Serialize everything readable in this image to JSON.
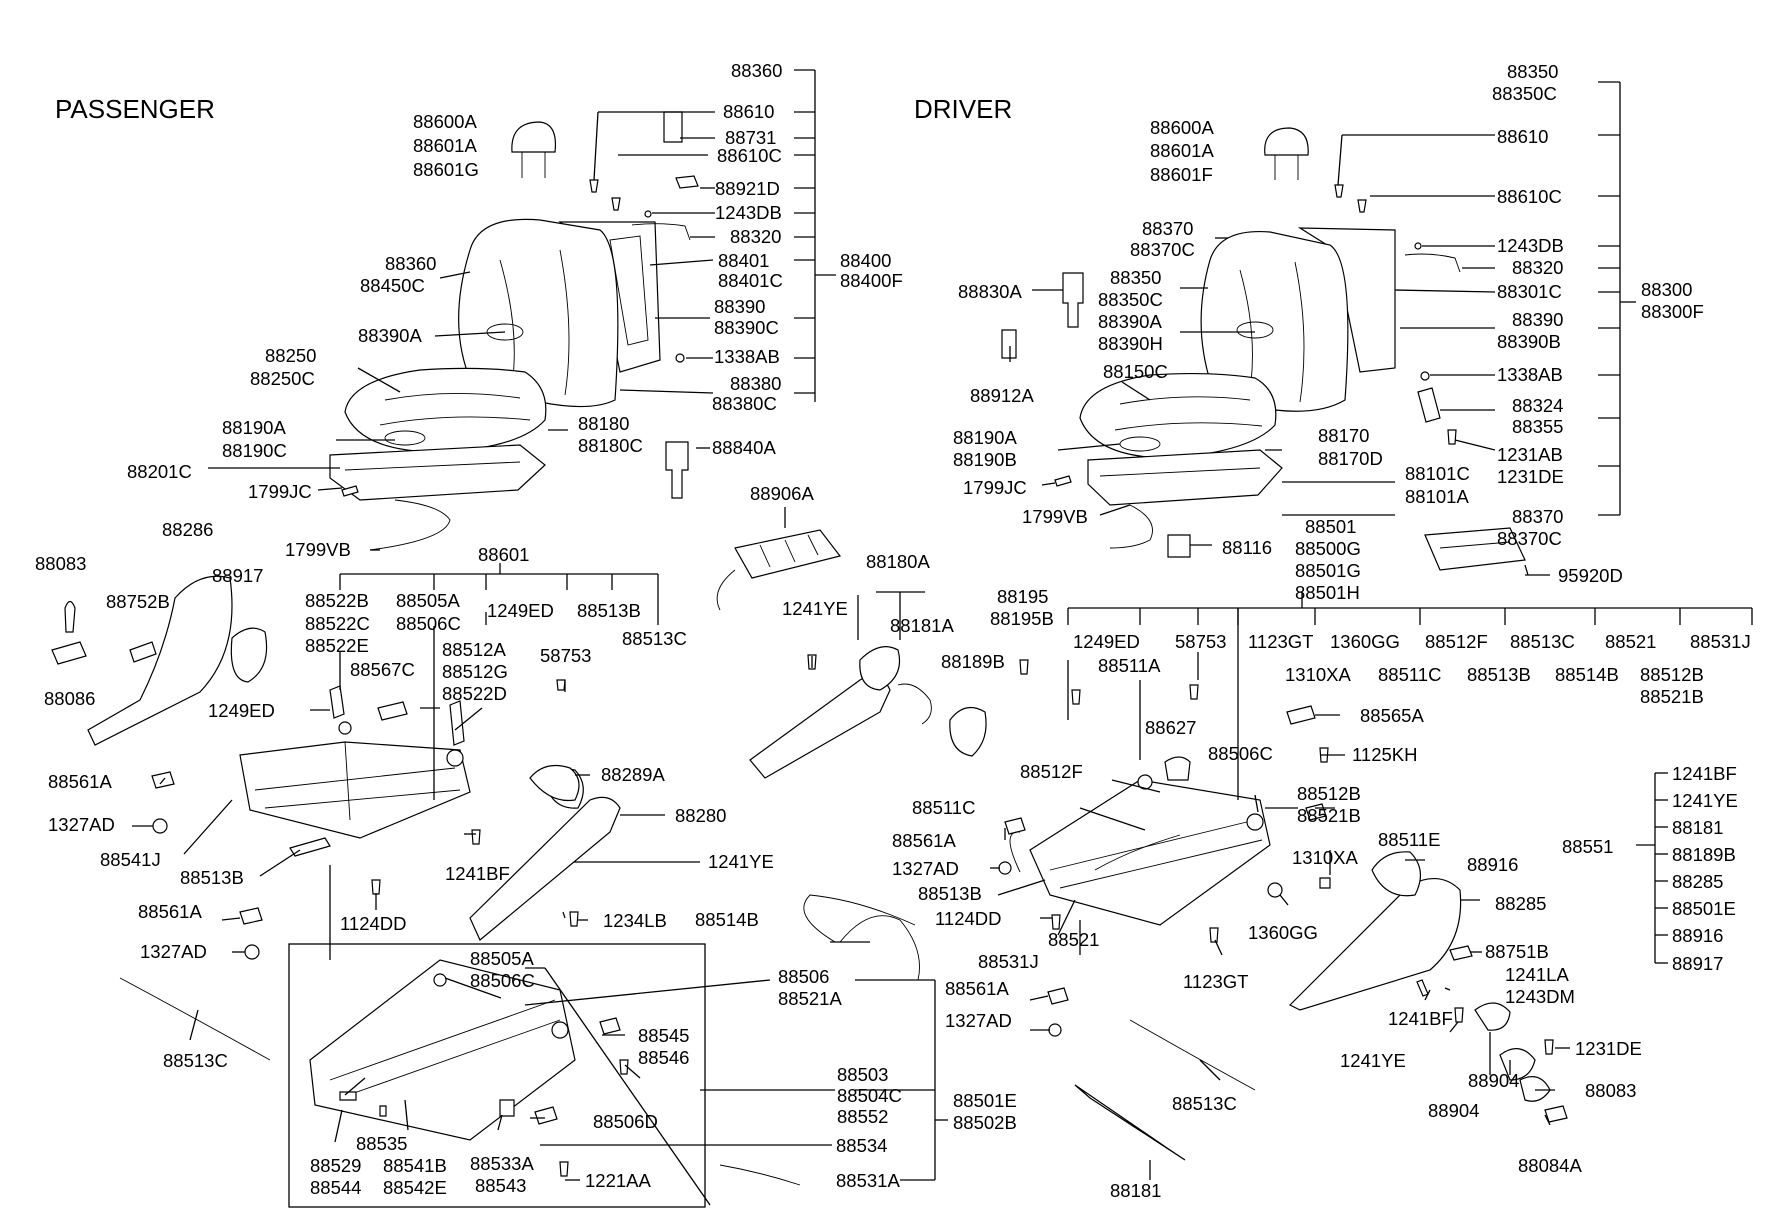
{
  "sections": {
    "passenger": "PASSENGER",
    "driver": "DRIVER"
  },
  "colors": {
    "ink": "#000000",
    "background": "#ffffff"
  },
  "labels": {
    "p_88360_top": "88360",
    "p_88610": "88610",
    "p_88731": "88731",
    "p_88610C": "88610C",
    "p_88921D": "88921D",
    "p_1243DB": "1243DB",
    "p_88320": "88320",
    "p_88401": "88401",
    "p_88401C": "88401C",
    "p_88400": "88400",
    "p_88400F": "88400F",
    "p_88390": "88390",
    "p_88390C": "88390C",
    "p_1338AB": "1338AB",
    "p_88380": "88380",
    "p_88380C": "88380C",
    "p_88600A": "88600A",
    "p_88601A": "88601A",
    "p_88601G": "88601G",
    "p_88360": "88360",
    "p_88450C": "88450C",
    "p_88390A": "88390A",
    "p_88250": "88250",
    "p_88250C": "88250C",
    "p_88190A": "88190A",
    "p_88190C": "88190C",
    "p_88180": "88180",
    "p_88180C": "88180C",
    "p_88201C": "88201C",
    "p_1799JC": "1799JC",
    "p_1799VB": "1799VB",
    "p_88840A": "88840A",
    "p_88906A": "88906A",
    "p_88286": "88286",
    "p_88083": "88083",
    "p_88752B": "88752B",
    "p_88917": "88917",
    "p_88086": "88086",
    "p_88601": "88601",
    "p_88522B": "88522B",
    "p_88522C": "88522C",
    "p_88522E": "88522E",
    "p_88505A": "88505A",
    "p_88506C": "88506C",
    "p_1249ED": "1249ED",
    "p_88513B_top": "88513B",
    "p_88513C_top": "88513C",
    "p_88567C": "88567C",
    "p_88512A": "88512A",
    "p_88512G": "88512G",
    "p_88522D": "88522D",
    "p_58753": "58753",
    "p_1249ED_left": "1249ED",
    "p_88561A": "88561A",
    "p_1327AD": "1327AD",
    "p_88541J": "88541J",
    "p_88513B": "88513B",
    "p_1241BF": "1241BF",
    "p_88561A_2": "88561A",
    "p_1327AD_2": "1327AD",
    "p_1124DD": "1124DD",
    "p_88513C": "88513C",
    "p_88180A": "88180A",
    "p_88181A": "88181A",
    "p_1241YE_top": "1241YE",
    "p_88189B": "88189B",
    "p_88289A": "88289A",
    "p_88280": "88280",
    "p_1241YE": "1241YE",
    "p_1234LB": "1234LB",
    "p_88514B": "88514B",
    "b_88505A": "88505A",
    "b_88506C": "88506C",
    "b_88506": "88506",
    "b_88521A": "88521A",
    "b_88545": "88545",
    "b_88546": "88546",
    "b_88506D": "88506D",
    "b_88503": "88503",
    "b_88504C": "88504C",
    "b_88552": "88552",
    "b_88501E": "88501E",
    "b_88502B": "88502B",
    "b_88534": "88534",
    "b_88535": "88535",
    "b_88529": "88529",
    "b_88544": "88544",
    "b_88541B": "88541B",
    "b_88542E": "88542E",
    "b_88533A": "88533A",
    "b_88543": "88543",
    "b_1221AA": "1221AA",
    "b_88531A": "88531A",
    "d_88350": "88350",
    "d_88350C": "88350C",
    "d_88600A": "88600A",
    "d_88601A": "88601A",
    "d_88601F": "88601F",
    "d_88610": "88610",
    "d_88610C": "88610C",
    "d_88370": "88370",
    "d_88370C": "88370C",
    "d_1243DB": "1243DB",
    "d_88320": "88320",
    "d_88350_mid": "88350",
    "d_88350C_mid": "88350C",
    "d_88301C": "88301C",
    "d_88300": "88300",
    "d_88300F": "88300F",
    "d_88830A": "88830A",
    "d_88390A": "88390A",
    "d_88390H": "88390H",
    "d_88390": "88390",
    "d_88390B": "88390B",
    "d_88912A": "88912A",
    "d_88150C": "88150C",
    "d_1338AB": "1338AB",
    "d_88324": "88324",
    "d_88355": "88355",
    "d_88190A": "88190A",
    "d_88190B": "88190B",
    "d_88170": "88170",
    "d_88170D": "88170D",
    "d_1231AB": "1231AB",
    "d_1231DE": "1231DE",
    "d_1799JC": "1799JC",
    "d_88101C": "88101C",
    "d_88101A": "88101A",
    "d_1799VB": "1799VB",
    "d_88370_b": "88370",
    "d_88370C_b": "88370C",
    "d_88116": "88116",
    "d_88501": "88501",
    "d_88500G": "88500G",
    "d_88501G": "88501G",
    "d_88501H": "88501H",
    "d_95920D": "95920D",
    "d_88195": "88195",
    "d_88195B": "88195B",
    "d_1249ED": "1249ED",
    "d_58753": "58753",
    "d_1123GT_top": "1123GT",
    "d_1360GG_top": "1360GG",
    "d_88512F_top": "88512F",
    "d_88513C_top": "88513C",
    "d_88521_top": "88521",
    "d_88531J_top": "88531J",
    "d_88511A": "88511A",
    "d_1310XA_top": "1310XA",
    "d_88511C_top": "88511C",
    "d_88513B_top": "88513B",
    "d_88514B_top": "88514B",
    "d_88512B_top": "88512B",
    "d_88521B_top": "88521B",
    "d_88565A": "88565A",
    "d_88627": "88627",
    "d_1125KH": "1125KH",
    "d_88506C": "88506C",
    "d_88512F": "88512F",
    "d_88512B": "88512B",
    "d_88521B": "88521B",
    "d_88511C": "88511C",
    "d_88511E": "88511E",
    "d_88561A": "88561A",
    "d_1310XA": "1310XA",
    "d_88916": "88916",
    "d_1327AD": "1327AD",
    "d_88513B": "88513B",
    "d_1124DD": "1124DD",
    "d_88521": "88521",
    "d_88531J": "88531J",
    "d_1360GG": "1360GG",
    "d_88285": "88285",
    "d_88751B": "88751B",
    "d_1241LA": "1241LA",
    "d_1243DM": "1243DM",
    "d_1123GT": "1123GT",
    "d_88561A_2": "88561A",
    "d_1327AD_2": "1327AD",
    "d_1241BF": "1241BF",
    "d_1241YE": "1241YE",
    "d_1231DE_b": "1231DE",
    "d_88904": "88904",
    "d_88904_b": "88904",
    "d_88083": "88083",
    "d_88513C": "88513C",
    "d_88181": "88181",
    "d_88084A": "88084A",
    "d_88551": "88551",
    "g_1241BF": "1241BF",
    "g_1241YE": "1241YE",
    "g_88181": "88181",
    "g_88189B": "88189B",
    "g_88285": "88285",
    "g_88501E": "88501E",
    "g_88916": "88916",
    "g_88917": "88917"
  }
}
